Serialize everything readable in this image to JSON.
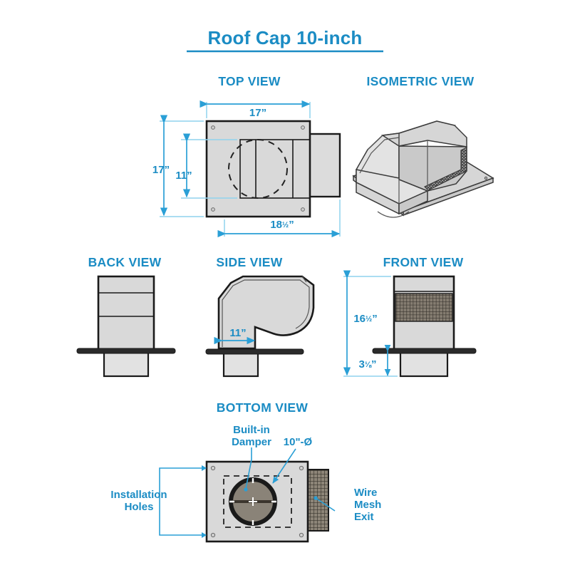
{
  "page": {
    "title": "Roof Cap 10-inch",
    "background": "#ffffff",
    "accent_blue": "#1b8cc4",
    "dim_line_blue": "#2a9fd6",
    "metal_fill": "#d9d9d9",
    "outline_dark": "#1a1a1a"
  },
  "views": {
    "top": {
      "label": "TOP VIEW",
      "dims": {
        "width_top": "17”",
        "height_outer": "17”",
        "height_inner": "11”",
        "width_overall_value": "18",
        "width_overall_frac": "½",
        "width_overall_unit": "”"
      }
    },
    "isometric": {
      "label": "ISOMETRIC VIEW"
    },
    "back": {
      "label": "BACK VIEW"
    },
    "side": {
      "label": "SIDE VIEW",
      "dims": {
        "depth": "11”"
      }
    },
    "front": {
      "label": "FRONT VIEW",
      "dims": {
        "height_value": "16",
        "height_frac": "½",
        "height_unit": "”",
        "base_value": "3",
        "base_frac": "⅛",
        "base_unit": "”"
      }
    },
    "bottom": {
      "label": "BOTTOM VIEW",
      "callouts": {
        "damper_line1": "Built-in",
        "damper_line2": "Damper",
        "diameter": "10\"-Ø",
        "holes_line1": "Installation",
        "holes_line2": "Holes",
        "mesh_line1": "Wire",
        "mesh_line2": "Mesh",
        "mesh_line3": "Exit"
      }
    }
  }
}
